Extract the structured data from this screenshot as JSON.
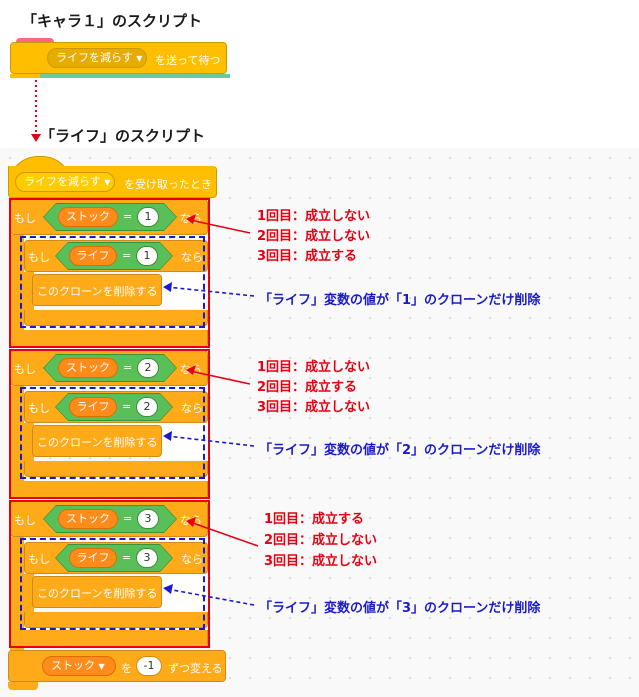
{
  "sprite1": {
    "heading": "「キャラ１」のスクリプト",
    "broadcast_message": "ライフを減らす",
    "broadcast_suffix": "を送って待つ"
  },
  "life": {
    "heading": "「ライフ」のスクリプト",
    "hat_message": "ライフを減らす",
    "hat_suffix": "を受け取ったとき",
    "if_label": "もし",
    "then_label": "なら",
    "eq_label": "=",
    "stock_var": "ストック",
    "life_var": "ライフ",
    "delete_clone_label": "このクローンを削除する",
    "change_var": "ストック",
    "change_by_label": "を",
    "change_value": "-1",
    "change_suffix": "ずつ変える",
    "conditions": [
      {
        "value": "1",
        "results": [
          "1回目：成立しない",
          "2回目：成立しない",
          "3回目：成立する"
        ],
        "note": "「ライフ」変数の値が「1」のクローンだけ削除"
      },
      {
        "value": "2",
        "results": [
          "1回目：成立しない",
          "2回目：成立する",
          "3回目：成立しない"
        ],
        "note": "「ライフ」変数の値が「2」のクローンだけ削除"
      },
      {
        "value": "3",
        "results": [
          "1回目：成立する",
          "2回目：成立しない",
          "3回目：成立しない"
        ],
        "note": "「ライフ」変数の値が「3」のクローンだけ削除"
      }
    ]
  },
  "colors": {
    "event": "#ffbf00",
    "control": "#ffab19",
    "operator": "#59c059",
    "variable": "#ff8c1a",
    "annotation_red": "#e60012",
    "annotation_blue": "#1a1acc"
  }
}
